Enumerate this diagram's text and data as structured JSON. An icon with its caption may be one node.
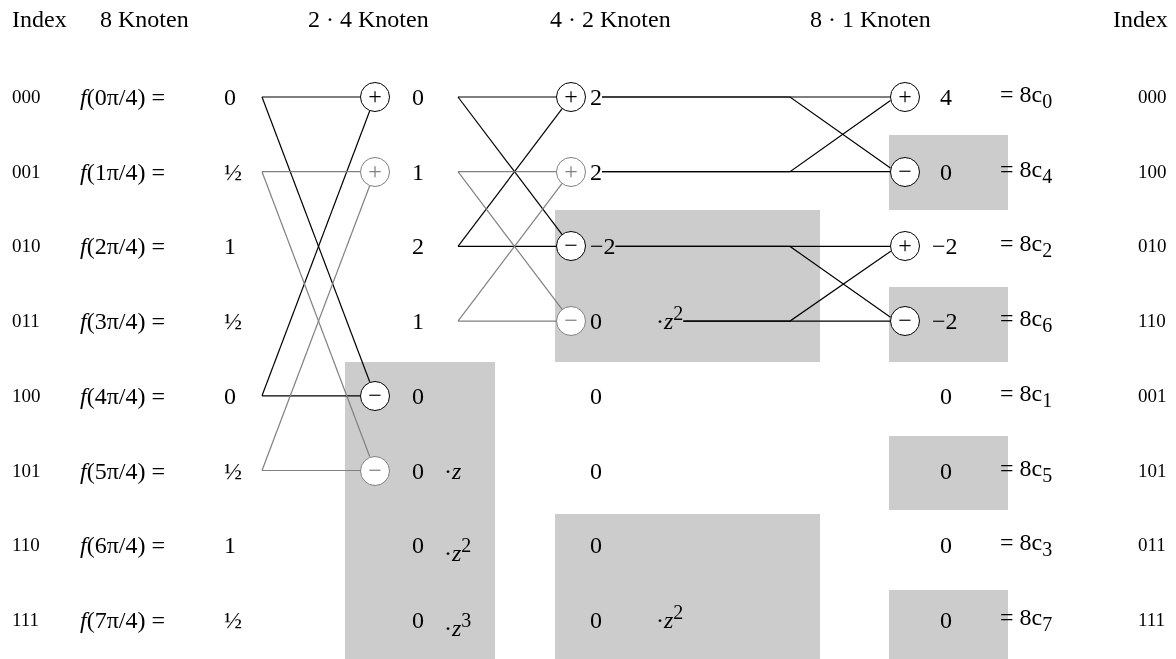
{
  "diagram": {
    "nodes": [
      {
        "text": [
          "0"
        ]
      },
      {
        "text": [
          "½"
        ]
      },
      {
        "text": [
          "1"
        ]
      },
      {
        "text": [
          "½"
        ]
      },
      {
        "text": [
          "0"
        ]
      },
      {
        "text": [
          "½"
        ]
      },
      {
        "text": [
          "1"
        ]
      },
      {
        "text": [
          "½"
        ]
      },
      {
        "text": [],
        "shape": "box"
      },
      {
        "text": [
          "+"
        ]
      },
      {
        "text": [
          "+"
        ]
      },
      {
        "text": [
          "−"
        ],
        "in": 8
      },
      {
        "text": [
          "−"
        ],
        "in": 8
      },
      {
        "text": [
          "0"
        ]
      },
      {
        "text": [
          "1"
        ]
      },
      {
        "text": [
          "2"
        ]
      },
      {
        "text": [
          "1"
        ]
      },
      {
        "text": [
          "0"
        ],
        "in": 8
      },
      {
        "text": [
          "0"
        ],
        "in": 8,
        "beside": [
          "·*z*"
        ]
      },
      {
        "text": [
          "0"
        ],
        "in": 8,
        "beside": [
          "·*z*$^{2}$"
        ]
      },
      {
        "text": [
          "0"
        ],
        "in": 8,
        "beside": [
          "·*z*$^{3}$"
        ]
      },
      {
        "text": [],
        "shape": "box"
      },
      {
        "text": [],
        "shape": "box"
      },
      {
        "text": [
          "+"
        ]
      },
      {
        "text": [
          "+"
        ]
      },
      {
        "text": [
          "−"
        ],
        "in": 21
      },
      {
        "text": [
          "−"
        ],
        "in": 21
      },
      {
        "text": [
          "2"
        ]
      },
      {
        "text": [
          "2"
        ]
      },
      {
        "text": [
          "−2"
        ],
        "in": 21
      },
      {
        "text": [
          "0 ·*z*$^{2}$"
        ],
        "in": 21
      },
      {
        "text": [
          "0"
        ]
      },
      {
        "text": [
          "0"
        ]
      },
      {
        "text": [
          "0"
        ],
        "in": 22
      },
      {
        "text": [
          "0 ·*z*$^{2}$"
        ],
        "in": 22
      },
      {
        "text": [],
        "shape": "box"
      },
      {
        "text": [],
        "shape": "box"
      },
      {
        "text": [],
        "shape": "box"
      },
      {
        "text": [],
        "shape": "box"
      },
      {
        "text": [
          "+"
        ]
      },
      {
        "text": [
          "−"
        ],
        "in": 35
      },
      {
        "text": [
          "+"
        ]
      },
      {
        "text": [
          "−"
        ],
        "in": 36
      },
      {
        "text": [
          "4"
        ]
      },
      {
        "text": [
          "0"
        ],
        "in": 35
      },
      {
        "text": [
          "−2"
        ]
      },
      {
        "text": [
          "−2"
        ],
        "in": 36
      },
      {
        "text": [
          "0"
        ]
      },
      {
        "text": [
          "0"
        ],
        "in": 37
      },
      {
        "text": [
          "0"
        ]
      },
      {
        "text": [
          "0"
        ],
        "in": 38
      }
    ],
    "edges": [
      {
        "from": 0,
        "to": 9,
        "arrow": "none"
      },
      {
        "from": 0,
        "to": 11,
        "arrow": "none"
      },
      {
        "from": 4,
        "to": 9,
        "arrow": "none"
      },
      {
        "from": 4,
        "to": 11,
        "arrow": "none"
      },
      {
        "from": 1,
        "to": 10,
        "arrow": "none",
        "color": "#808080"
      },
      {
        "from": 1,
        "to": 12,
        "arrow": "none",
        "color": "#808080"
      },
      {
        "from": 5,
        "to": 10,
        "arrow": "none",
        "color": "#808080"
      },
      {
        "from": 5,
        "to": 12,
        "arrow": "none",
        "color": "#808080"
      },
      {
        "from": 13,
        "to": 23,
        "arrow": "none"
      },
      {
        "from": 13,
        "to": 25,
        "arrow": "none"
      },
      {
        "from": 15,
        "to": 23,
        "arrow": "none"
      },
      {
        "from": 15,
        "to": 25,
        "arrow": "none"
      },
      {
        "from": 14,
        "to": 24,
        "arrow": "none",
        "color": "#808080"
      },
      {
        "from": 14,
        "to": 26,
        "arrow": "none",
        "color": "#808080"
      },
      {
        "from": 16,
        "to": 24,
        "arrow": "none",
        "color": "#808080"
      },
      {
        "from": 16,
        "to": 26,
        "arrow": "none",
        "color": "#808080"
      },
      {
        "from": 27,
        "to": 39,
        "arrow": "none"
      },
      {
        "from": 27,
        "to": 40,
        "arrow": "none"
      },
      {
        "from": 28,
        "to": 39,
        "arrow": "none"
      },
      {
        "from": 28,
        "to": 40,
        "arrow": "none"
      },
      {
        "from": 29,
        "to": 41,
        "arrow": "none"
      },
      {
        "from": 29,
        "to": 42,
        "arrow": "none"
      },
      {
        "from": 30,
        "to": 41,
        "arrow": "none"
      },
      {
        "from": 30,
        "to": 42,
        "arrow": "none"
      }
    ],
    "labels": [
      "Index",
      "8 Knoten",
      "2 · 4 Knoten",
      "4 · 2 Knoten",
      "8 · 1 Knoten",
      "Index",
      "000",
      "*f*(0π/4) =",
      "= 8c$_{0}$",
      "000",
      "001",
      "*f*(1π/4) =",
      "= 8c$_{4}$",
      "100",
      "010",
      "*f*(2π/4) =",
      "= 8c$_{2}$",
      "010",
      "011",
      "*f*(3π/4) =",
      "= 8c$_{6}$",
      "110",
      "100",
      "*f*(4π/4) =",
      "= 8c$_{1}$",
      "001",
      "101",
      "*f*(5π/4) =",
      "= 8c$_{5}$",
      "101",
      "110",
      "*f*(6π/4) =",
      "= 8c$_{3}$",
      "011",
      "111",
      "*f*(7π/4) =",
      "= 8c$_{7}$",
      "111"
    ]
  }
}
